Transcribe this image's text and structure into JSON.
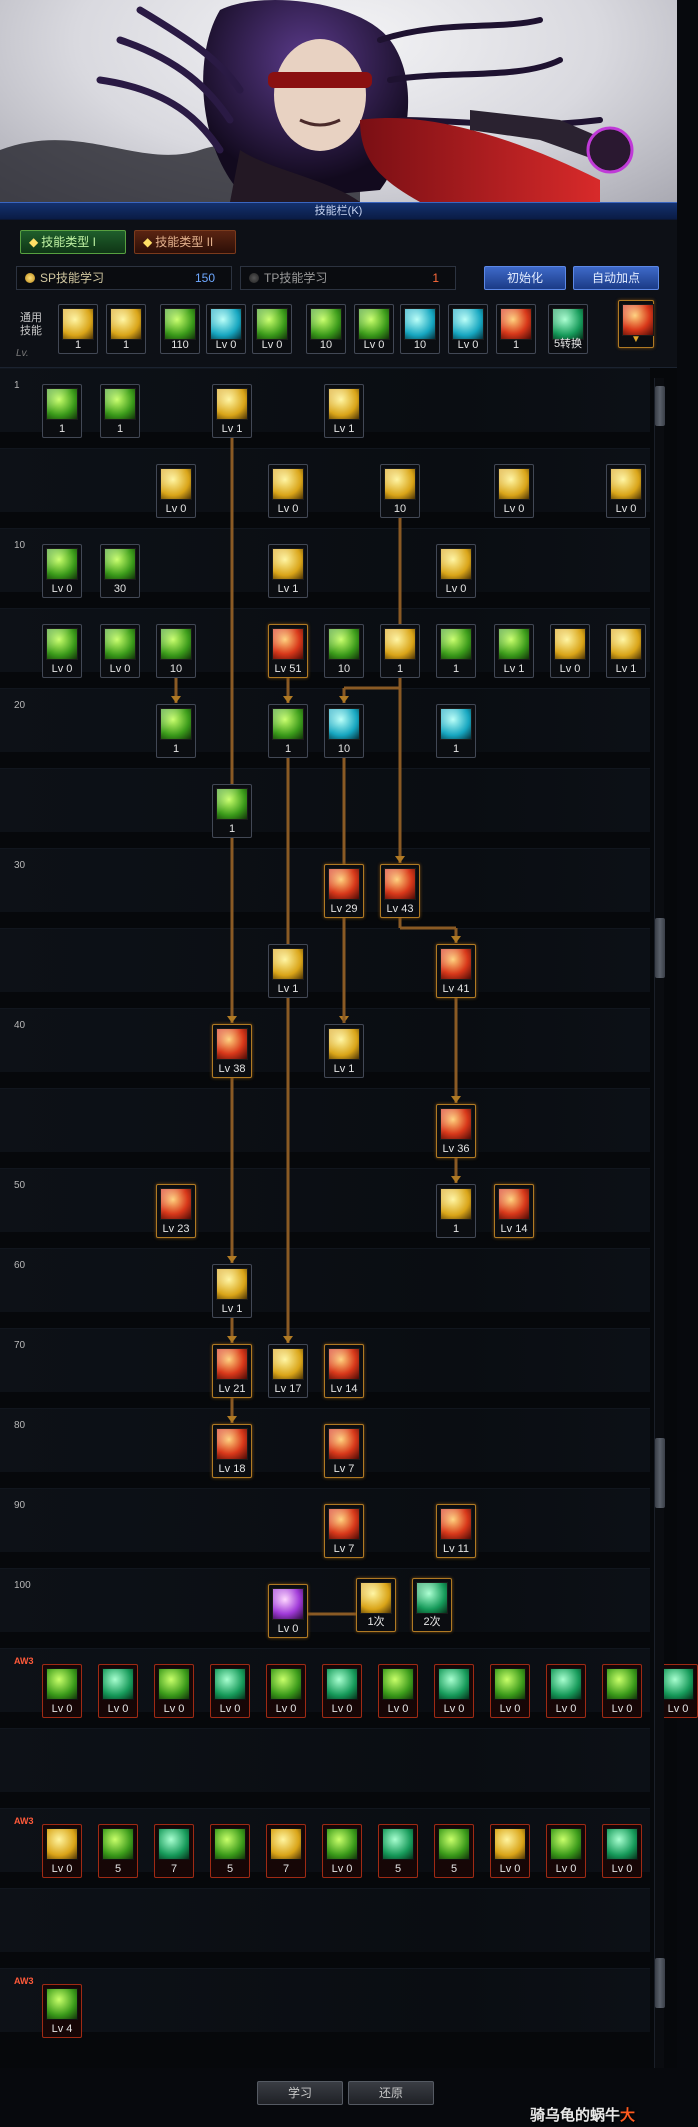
{
  "window": {
    "title": "技能栏(K)"
  },
  "tabs": [
    {
      "label": "技能类型 I"
    },
    {
      "label": "技能类型 II"
    }
  ],
  "points": {
    "sp": {
      "label": "SP技能学习",
      "value": "150"
    },
    "tp": {
      "label": "TP技能学习",
      "value": "1"
    }
  },
  "buttons": {
    "reset": "初始化",
    "auto": "自动加点",
    "learn": "学习",
    "restore": "还原"
  },
  "common": {
    "label": "通用技能",
    "lv_label": "Lv.",
    "skills": [
      "1",
      "1",
      "110",
      "Lv 0",
      "Lv 0",
      "10",
      "Lv 0",
      "10",
      "Lv 0",
      "1",
      "5转换"
    ]
  },
  "row_levels": [
    "1",
    "10",
    "20",
    "30",
    "40",
    "50",
    "60",
    "70",
    "80",
    "90",
    "100"
  ],
  "awakening_tag": "AW3",
  "tree": [
    {
      "id": "r1a",
      "lv": "1"
    },
    {
      "id": "r1b",
      "lv": "1"
    },
    {
      "id": "r1c",
      "lv": "Lv 1"
    },
    {
      "id": "r1d",
      "lv": "Lv 1"
    },
    {
      "id": "r5a",
      "lv": "Lv 0"
    },
    {
      "id": "r5b",
      "lv": "Lv 0"
    },
    {
      "id": "r5c",
      "lv": "10"
    },
    {
      "id": "r5d",
      "lv": "Lv 0"
    },
    {
      "id": "r5e",
      "lv": "Lv 0"
    },
    {
      "id": "r10a",
      "lv": "Lv 0"
    },
    {
      "id": "r10b",
      "lv": "30"
    },
    {
      "id": "r10c",
      "lv": "Lv 1"
    },
    {
      "id": "r10d",
      "lv": "Lv 0"
    },
    {
      "id": "r15a",
      "lv": "Lv 0"
    },
    {
      "id": "r15b",
      "lv": "Lv 0"
    },
    {
      "id": "r15c",
      "lv": "10"
    },
    {
      "id": "r15d",
      "lv": "Lv 51"
    },
    {
      "id": "r15e",
      "lv": "10"
    },
    {
      "id": "r15f",
      "lv": "1"
    },
    {
      "id": "r15g",
      "lv": "1"
    },
    {
      "id": "r15h",
      "lv": "Lv 1"
    },
    {
      "id": "r15i",
      "lv": "Lv 0"
    },
    {
      "id": "r15j",
      "lv": "Lv 1"
    },
    {
      "id": "r20a",
      "lv": "1"
    },
    {
      "id": "r20b",
      "lv": "1"
    },
    {
      "id": "r20c",
      "lv": "10"
    },
    {
      "id": "r20d",
      "lv": "1"
    },
    {
      "id": "r25a",
      "lv": "1"
    },
    {
      "id": "r30a",
      "lv": "Lv 29"
    },
    {
      "id": "r30b",
      "lv": "Lv 43"
    },
    {
      "id": "r35a",
      "lv": "Lv 1"
    },
    {
      "id": "r35b",
      "lv": "Lv 41"
    },
    {
      "id": "r40a",
      "lv": "Lv 38"
    },
    {
      "id": "r40b",
      "lv": "Lv 1"
    },
    {
      "id": "r45a",
      "lv": "Lv 36"
    },
    {
      "id": "r50a",
      "lv": "Lv 23"
    },
    {
      "id": "r50b",
      "lv": "1"
    },
    {
      "id": "r50c",
      "lv": "Lv 14"
    },
    {
      "id": "r60a",
      "lv": "Lv 1"
    },
    {
      "id": "r70a",
      "lv": "Lv 21"
    },
    {
      "id": "r70b",
      "lv": "Lv 17"
    },
    {
      "id": "r70c",
      "lv": "Lv 14"
    },
    {
      "id": "r80a",
      "lv": "Lv 18"
    },
    {
      "id": "r80b",
      "lv": "Lv 7"
    },
    {
      "id": "r90a",
      "lv": "Lv 7"
    },
    {
      "id": "r90b",
      "lv": "Lv 11"
    },
    {
      "id": "r100a",
      "lv": "Lv 0"
    },
    {
      "id": "r100b",
      "lv": "1次"
    },
    {
      "id": "r100c",
      "lv": "2次"
    }
  ],
  "special_row1": [
    "Lv 0",
    "Lv 0",
    "Lv 0",
    "Lv 0",
    "Lv 0",
    "Lv 0",
    "Lv 0",
    "Lv 0",
    "Lv 0",
    "Lv 0",
    "Lv 0",
    "Lv 0"
  ],
  "special_row2": [
    "Lv 0",
    "5",
    "7",
    "5",
    "7",
    "Lv 0",
    "5",
    "5",
    "Lv 0",
    "Lv 0",
    "Lv 0"
  ],
  "special_row3": [
    "Lv 4"
  ],
  "watermark": {
    "text": "骑乌龟的蜗牛",
    "highlight": "大"
  },
  "colors": {
    "accent": "#b07a24",
    "blue_button": "#3e69c8",
    "green_tab": "#1f5f2c",
    "awakening": "#a02a14"
  }
}
